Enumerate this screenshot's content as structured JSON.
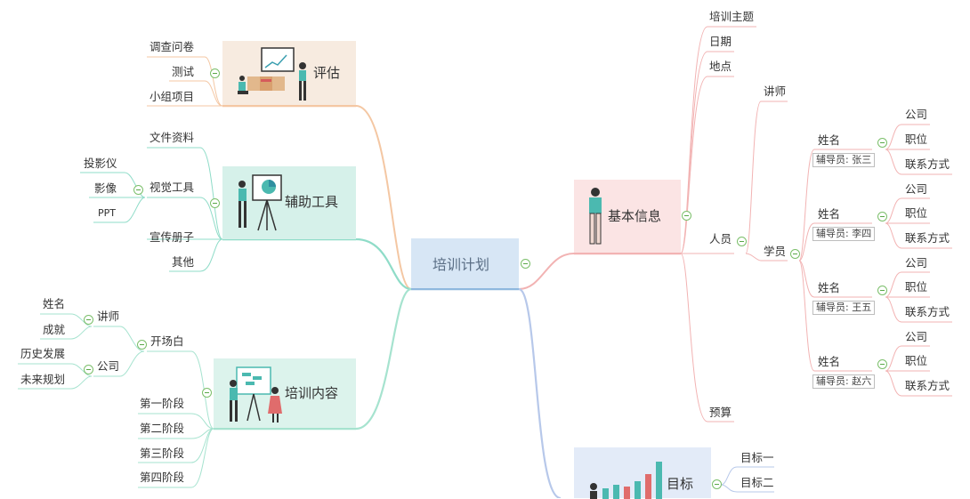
{
  "root": {
    "label": "培训计划"
  },
  "branches": {
    "pinggu": {
      "label": "评估",
      "children": [
        "调查问卷",
        "测试",
        "小组项目"
      ]
    },
    "fuzhu": {
      "label": "辅助工具",
      "children": {
        "wenjian": "文件资料",
        "shijue": "视觉工具",
        "shijue_children": [
          "投影仪",
          "影像",
          "PPT"
        ],
        "xuanchuan": "宣传册子",
        "qita": "其他"
      }
    },
    "neirong": {
      "label": "培训内容",
      "kaichang": "开场白",
      "jiangshi": "讲师",
      "jiangshi_children": [
        "姓名",
        "成就"
      ],
      "gongsi": "公司",
      "gongsi_children": [
        "历史发展",
        "未来规划"
      ],
      "stages": [
        "第一阶段",
        "第二阶段",
        "第三阶段",
        "第四阶段"
      ]
    },
    "jiben": {
      "label": "基本信息",
      "top": [
        "培训主题",
        "日期",
        "地点"
      ],
      "renyuan": "人员",
      "jiangshi": "讲师",
      "xueyuan": "学员",
      "trainees": [
        {
          "name": "姓名",
          "tutor": "辅导员: 张三",
          "fields": [
            "公司",
            "职位",
            "联系方式"
          ]
        },
        {
          "name": "姓名",
          "tutor": "辅导员: 李四",
          "fields": [
            "公司",
            "职位",
            "联系方式"
          ]
        },
        {
          "name": "姓名",
          "tutor": "辅导员: 王五",
          "fields": [
            "公司",
            "职位",
            "联系方式"
          ]
        },
        {
          "name": "姓名",
          "tutor": "辅导员: 赵六",
          "fields": [
            "公司",
            "职位",
            "联系方式"
          ]
        }
      ],
      "yusuan": "预算"
    },
    "mubiao": {
      "label": "目标",
      "children": [
        "目标一",
        "目标二"
      ]
    }
  },
  "colors": {
    "root_bg": "#d7e6f5",
    "pinggu": "#f4c7a3",
    "fuzhu": "#8fdcc8",
    "neirong": "#a6e3cf",
    "jiben": "#f2b3b3",
    "mubiao": "#b7c8ea"
  }
}
